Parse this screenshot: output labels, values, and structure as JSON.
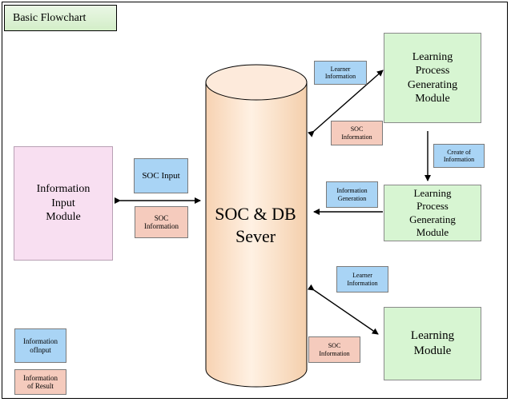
{
  "title": "Basic Flowchart",
  "server_label": "SOC & DB\nSever",
  "modules": {
    "info_input": "Information\nInput\nModule",
    "lpgm_top": "Learning\nProcess\nGenerating\nModule",
    "lpgm_mid": "Learning\nProcess\nGenerating\nModule",
    "learning": "Learning\nModule"
  },
  "tags": {
    "soc_input": "SOC Input",
    "soc_info_left": "SOC\nInformation",
    "learner_info_top": "Learner\nInformation",
    "soc_info_top": "SOC\nInformation",
    "create_info": "Create of\nInformation",
    "info_generation": "Information\nGeneration",
    "learner_info_bottom": "Learner\nInformation",
    "soc_info_bottom": "SOC\nInformation"
  },
  "legend": {
    "input": "Information\nofInput",
    "result": "Information\nof Result"
  },
  "colors": {
    "module_green": "#d7f5d2",
    "module_pink": "#f8dff1",
    "tag_blue": "#a9d4f5",
    "tag_salmon": "#f5cbbd",
    "cylinder": "#fde6cf"
  }
}
